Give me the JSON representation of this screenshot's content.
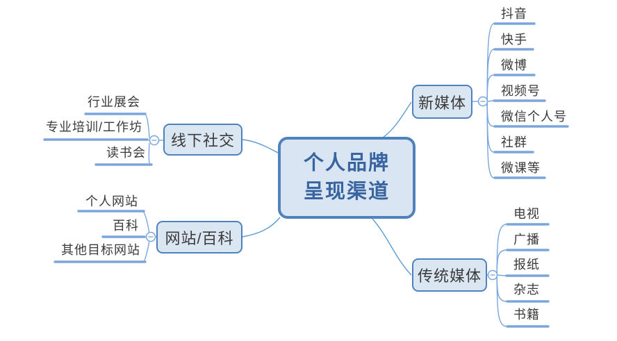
{
  "diagram_type": "mindmap",
  "root": {
    "lines": [
      "个人品牌",
      "呈现渠道"
    ]
  },
  "branches": [
    {
      "label": "新媒体",
      "side": "right",
      "children": [
        "抖音",
        "快手",
        "微博",
        "视频号",
        "微信个人号",
        "社群",
        "微课等"
      ]
    },
    {
      "label": "传统媒体",
      "side": "right",
      "children": [
        "电视",
        "广播",
        "报纸",
        "杂志",
        "书籍"
      ]
    },
    {
      "label": "线下社交",
      "side": "left",
      "children": [
        "行业展会",
        "专业培训/工作坊",
        "读书会"
      ]
    },
    {
      "label": "网站/百科",
      "side": "left",
      "children": [
        "个人网站",
        "百科",
        "其他目标网站"
      ]
    }
  ],
  "colors": {
    "node_fill": "#dbe6f3",
    "node_border": "#4f81bd",
    "root_text": "#38659f",
    "topic_text": "#3a3a3a",
    "underline": "#7aa6dc",
    "connector": "#5b9bd5",
    "background": "#ffffff"
  }
}
